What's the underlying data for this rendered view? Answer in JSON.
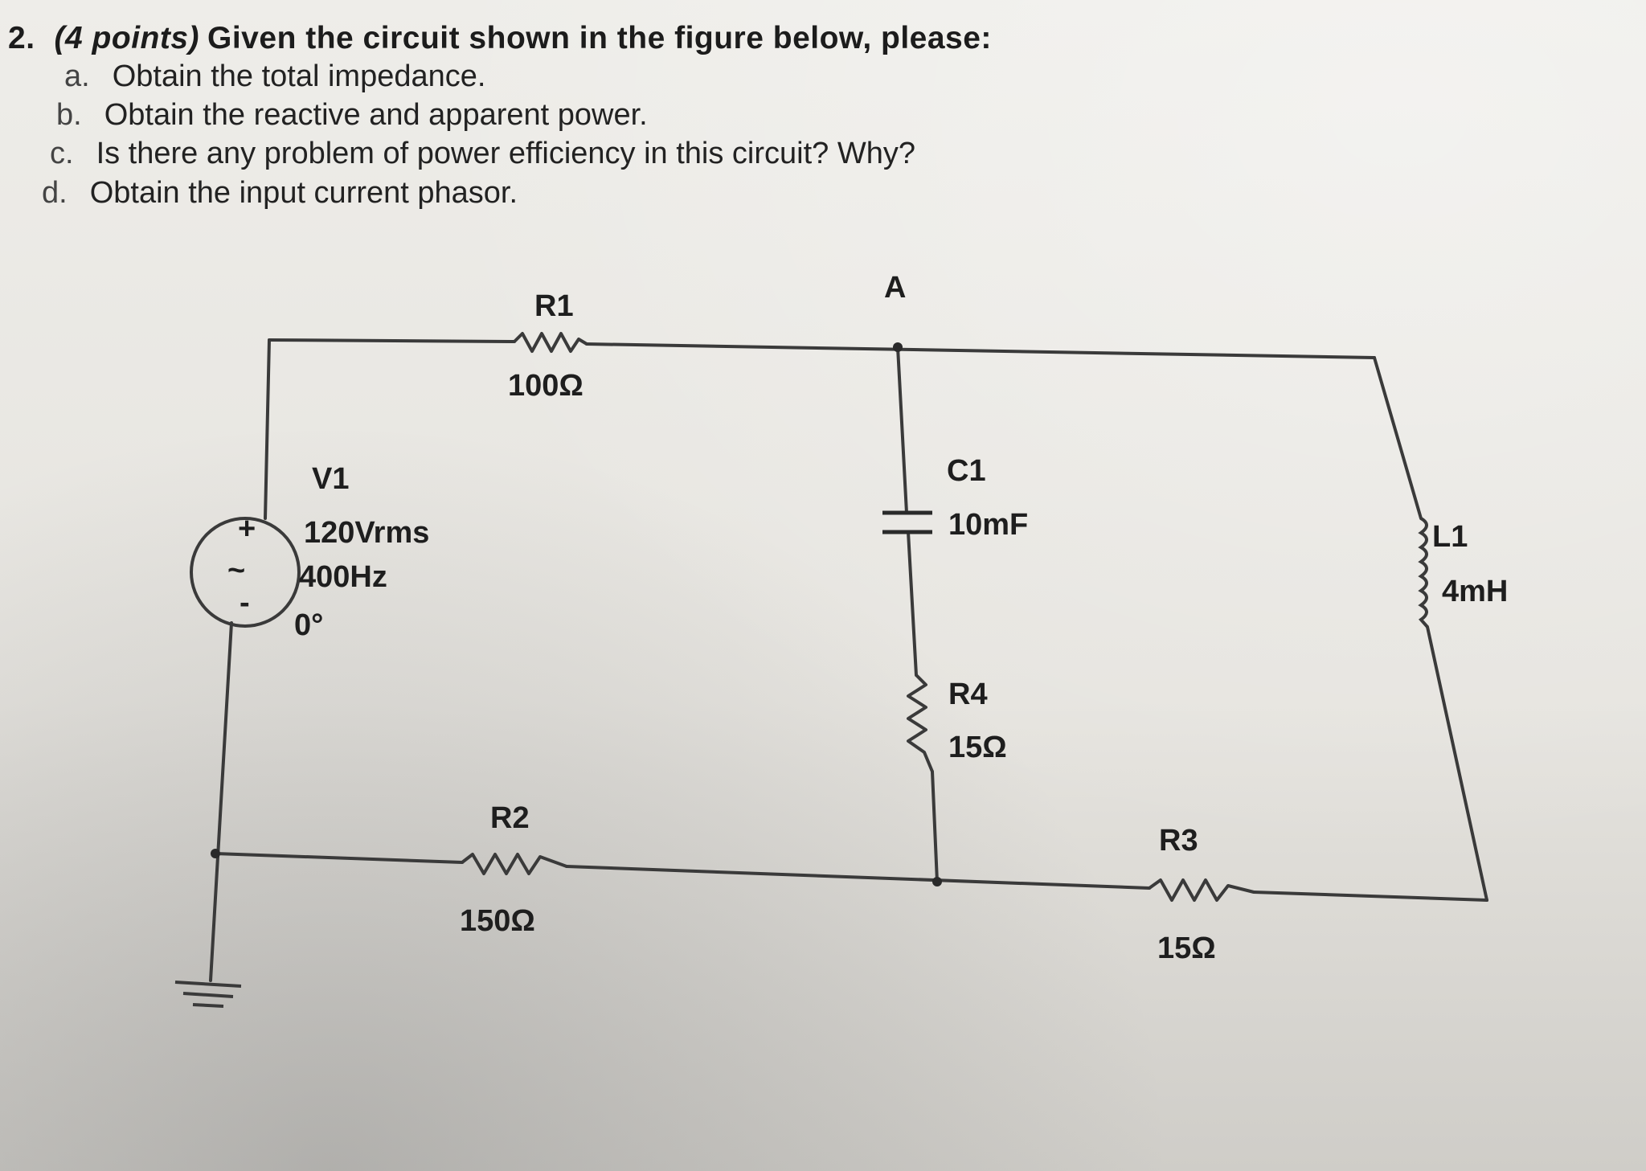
{
  "question": {
    "number": "2.",
    "points": "(4 points)",
    "prompt": "Given the circuit shown in the figure below, please:",
    "items": [
      {
        "letter": "a.",
        "text": "Obtain the total impedance."
      },
      {
        "letter": "b.",
        "text": "Obtain the reactive and apparent power."
      },
      {
        "letter": "c.",
        "text": "Is there any problem of power efficiency in this circuit? Why?"
      },
      {
        "letter": "d.",
        "text": "Obtain the input current phasor."
      }
    ]
  },
  "circuit": {
    "node_a": "A",
    "source": {
      "name": "V1",
      "voltage": "120Vrms",
      "frequency": "400Hz",
      "phase": "0°",
      "plus": "+",
      "minus": "-",
      "tilde": "~"
    },
    "r1": {
      "name": "R1",
      "value": "100Ω"
    },
    "r2": {
      "name": "R2",
      "value": "150Ω"
    },
    "r3": {
      "name": "R3",
      "value": "15Ω"
    },
    "r4": {
      "name": "R4",
      "value": "15Ω"
    },
    "c1": {
      "name": "C1",
      "value": "10mF"
    },
    "l1": {
      "name": "L1",
      "value": "4mH"
    }
  }
}
